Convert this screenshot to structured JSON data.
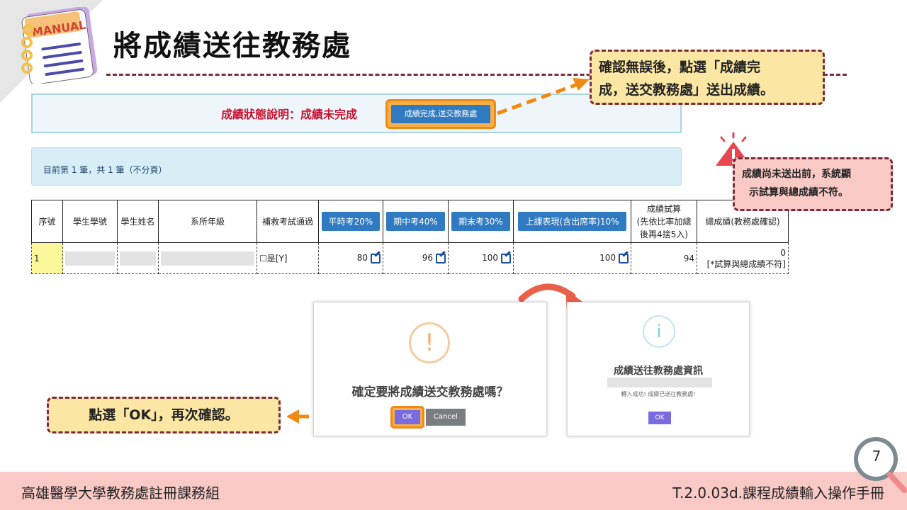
{
  "manual_logo_text": "MANUAL",
  "title": "將成績送往教務處",
  "status": {
    "label": "成績狀態說明：成績未完成",
    "finish_button": "成績完成,送交教務處"
  },
  "info": {
    "records": "目前第 1 筆，共 1 筆（不分頁）"
  },
  "table": {
    "headers": {
      "seq": "序號",
      "student_id": "學生學號",
      "student_name": "學生姓名",
      "dept": "系所年級",
      "makeup": "補救考試通過",
      "regular": "平時考20%",
      "midterm": "期中考40%",
      "final": "期末考30%",
      "attendance": "上課表現(含出席率)10%",
      "trial": "成績試算\n(先依比率加總\n後再4捨5入)",
      "total": "總成績(教務處確認)"
    },
    "row": {
      "seq": "1",
      "makeup": "☐是[Y]",
      "regular": "80",
      "midterm": "96",
      "final": "100",
      "attendance": "100",
      "trial": "94",
      "total_value": "0",
      "total_note": "[*試算與總成績不符]"
    }
  },
  "callouts": {
    "confirm_line1": "確認無誤後，點選「成績完",
    "confirm_line2": "成，送交教務處」送出成績。",
    "warn_line1": "成績尚未送出前，系統顯",
    "warn_line2": "示試算與總成績不符。",
    "ok": "點選「OK」，再次確認。"
  },
  "dialog_confirm": {
    "icon": "!",
    "question": "確定要將成績送交教務處嗎？",
    "ok": "OK",
    "cancel": "Cancel"
  },
  "dialog_info": {
    "icon": "i",
    "title": "成績送往教務處資訊",
    "message": "轉入成功! 成績已送往教務處!",
    "ok": "OK"
  },
  "page_number": "7",
  "footer": {
    "left": "高雄醫學大學教務處註冊課務組",
    "right": "T.2.0.03d.課程成績輸入操作手冊"
  },
  "colors": {
    "accent_orange": "#f08a12",
    "callout_yellow": "#fbe7a3",
    "callout_pink": "#f8c9c5",
    "button_blue": "#2f7ac0",
    "status_red": "#c8102e"
  }
}
